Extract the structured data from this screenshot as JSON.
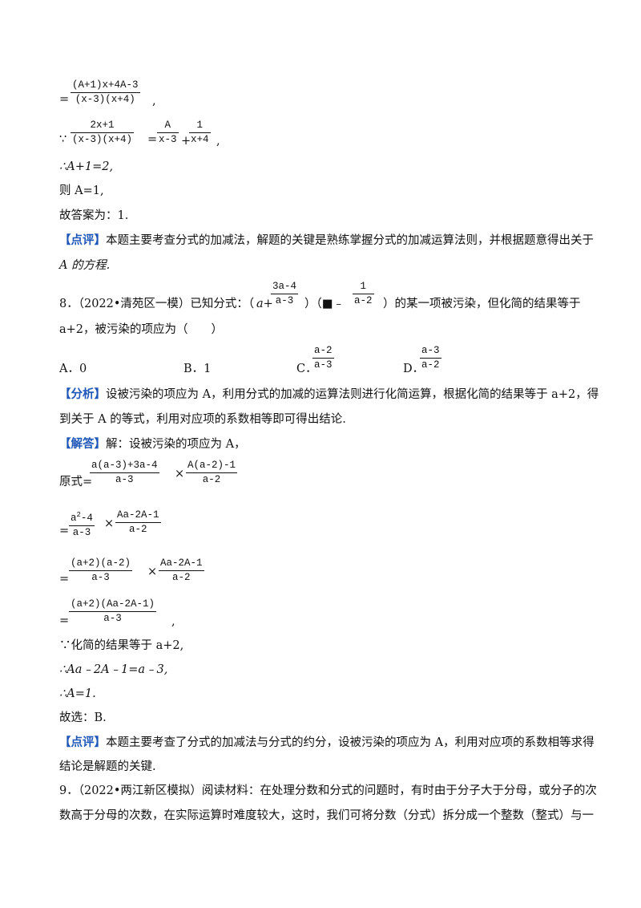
{
  "blocks": {
    "b1": {
      "eq": "=",
      "num": "(A+1)x+4A-3",
      "den": "(x-3)(x+4)",
      "tail": ","
    },
    "b2": {
      "because": "∵",
      "f1_num": "2x+1",
      "f1_den": "(x-3)(x+4)",
      "eq": "=",
      "f2_num": "A",
      "f2_den": "x-3",
      "plus": "+",
      "f3_num": "1",
      "f3_den": "x+4",
      "tail": ","
    },
    "l1": "∴A+1=2,",
    "l2": "则 A=1,",
    "l3": "故答案为：1.",
    "review1": {
      "tag": "【点评】",
      "text1": "本题主要考查分式的加减法，解题的关键是熟练掌握分式的加减运算法则，并根据题意得出关于",
      "text2": "A 的方程."
    }
  },
  "q8": {
    "stem_pre": "8．（2022•清苑区一模）已知分式：（",
    "a_plus": "a+",
    "f1_num": "3a-4",
    "f1_den": "a-3",
    "mid": "）（■﹣",
    "f2_num": "1",
    "f2_den": "a-2",
    "stem_post": "）的某一项被污染，但化简的结果等于",
    "stem2": "a+2，被污染的项应为（　　）",
    "options": {
      "A": "A．0",
      "B": "B．1",
      "C_label": "C．",
      "C_num": "a-2",
      "C_den": "a-3",
      "D_label": "D．",
      "D_num": "a-3",
      "D_den": "a-2"
    },
    "analysis": {
      "tag": "【分析】",
      "text1": "设被污染的项应为 A，利用分式的加减的运算法则进行化简运算，根据化简的结果等于 a+2，得",
      "text2": "到关于 A 的等式，利用对应项的系数相等即可得出结论."
    },
    "solution": {
      "tag": "【解答】",
      "text": "解：设被污染的项应为 A，",
      "s1_label": "原式=",
      "s1_f1_num": "a(a-3)+3a-4",
      "s1_f1_den": "a-3",
      "times": "×",
      "s1_f2_num": "A(a-2)-1",
      "s1_f2_den": "a-2",
      "eq": "=",
      "s2_f1_num_base": "a",
      "s2_f1_num_exp": "2",
      "s2_f1_num_rest": "-4",
      "s2_f1_den": "a-3",
      "s2_f2_num": "Aa-2A-1",
      "s2_f2_den": "a-2",
      "s3_f1_num": "(a+2)(a-2)",
      "s3_f1_den": "a-3",
      "s3_f2_num": "Aa-2A-1",
      "s3_f2_den": "a-2",
      "s4_num": "(a+2)(Aa-2A-1)",
      "s4_den": "a-3",
      "s4_tail": ",",
      "l1": "∵化简的结果等于 a+2,",
      "l2": "∴Aa﹣2A﹣1=a﹣3,",
      "l3": "∴A=1.",
      "l4": "故选：B."
    },
    "review": {
      "tag": "【点评】",
      "text1": "本题主要考查了分式的加减法与分式的约分，设被污染的项应为 A，利用对应项的系数相等求得",
      "text2": "结论是解题的关键."
    }
  },
  "q9": {
    "text1": "9．（2022•两江新区模拟）阅读材料：在处理分数和分式的问题时，有时由于分子大于分母，或分子的次",
    "text2": "数高于分母的次数，在实际运算时难度较大，这时，我们可将分数（分式）拆分成一个整数（整式）与一"
  }
}
